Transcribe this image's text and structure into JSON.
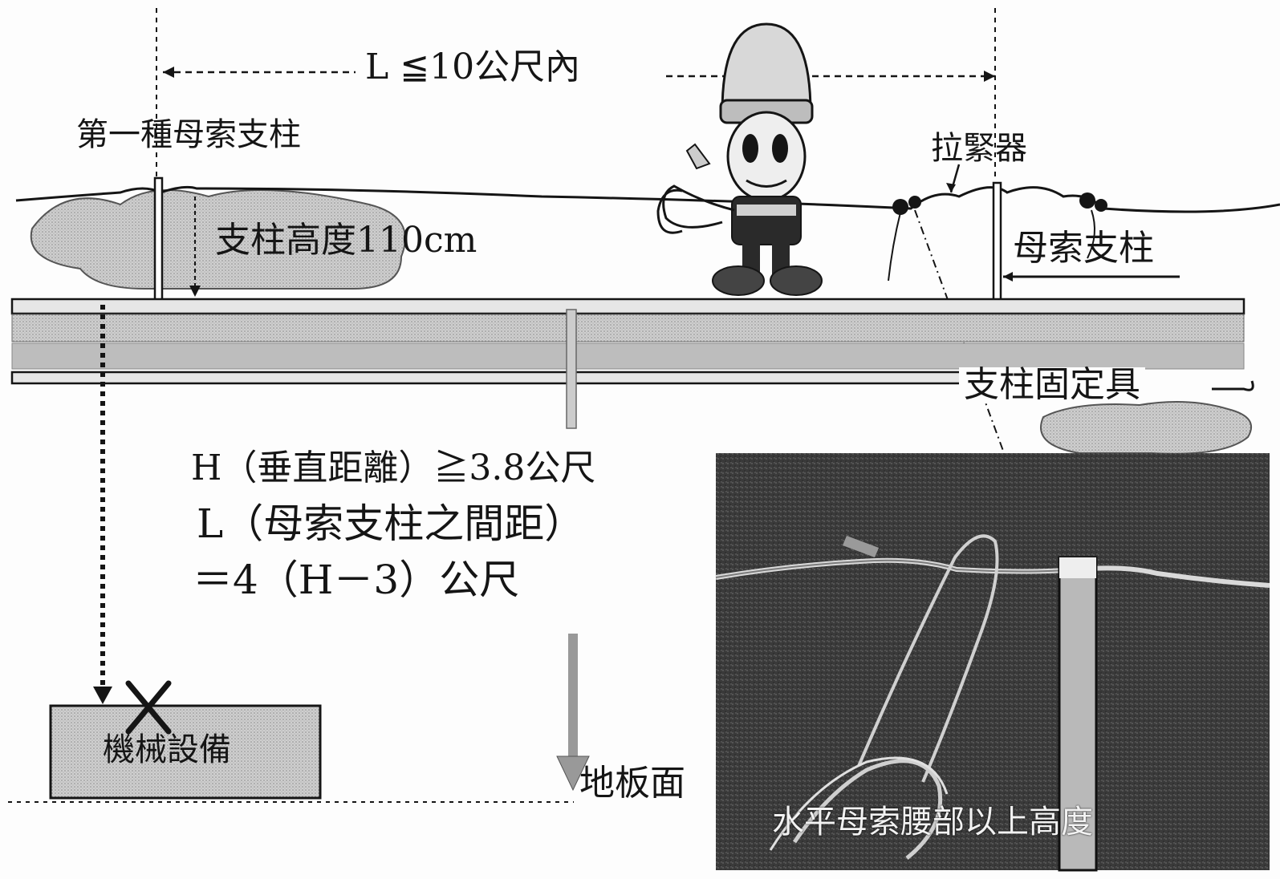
{
  "labels": {
    "span_limit": "L ≦10公尺內",
    "first_post": "第一種母索支柱",
    "tensioner": "拉緊器",
    "post_height": "支柱高度110cm",
    "lifeline_post": "母索支柱",
    "post_clamp": "支柱固定具",
    "formula_h": "H（垂直距離）≧3.8公尺",
    "formula_l": "L（母索支柱之間距）",
    "formula_eq": "＝4（H－3）公尺",
    "machine": "機械設備",
    "floor": "地板面",
    "photo_caption": "水平母索腰部以上高度"
  },
  "icons": [
    "worker-figure",
    "x-mark-icon"
  ],
  "colors": {
    "ink": "#151515",
    "beam": "#9a9a9a",
    "photo": "#3c3c3c",
    "box": "#c8c8c8"
  }
}
